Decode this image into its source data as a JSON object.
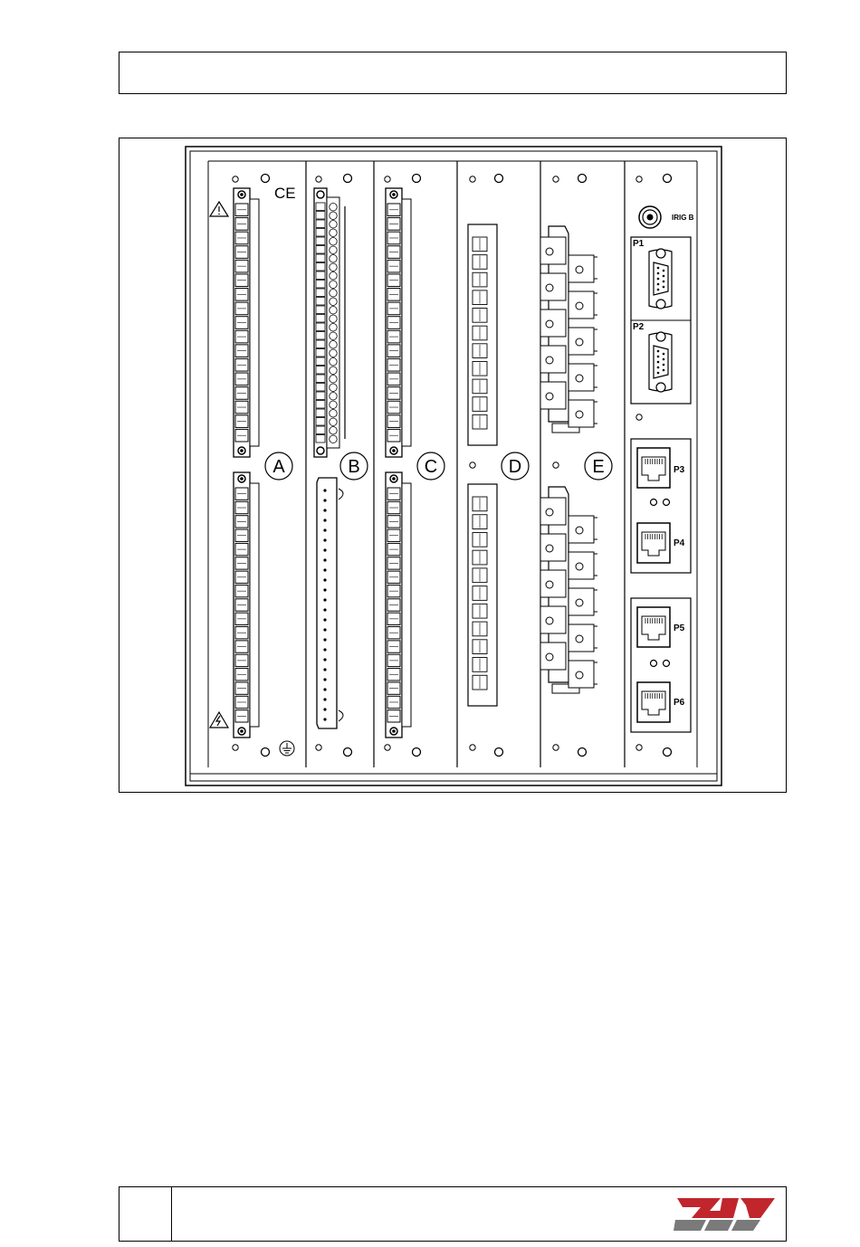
{
  "document": {
    "header": {
      "text": ""
    },
    "footer": {
      "page_number": "",
      "text": ""
    }
  },
  "figure": {
    "ce_mark": "CE",
    "slots": [
      {
        "id": "A",
        "label": "A"
      },
      {
        "id": "B",
        "label": "B"
      },
      {
        "id": "C",
        "label": "C"
      },
      {
        "id": "D",
        "label": "D"
      },
      {
        "id": "E",
        "label": "E"
      }
    ],
    "comm_module": {
      "irig_label": "IRIG B",
      "ports": [
        {
          "id": "P1",
          "label": "P1"
        },
        {
          "id": "P2",
          "label": "P2"
        },
        {
          "id": "P3",
          "label": "P3"
        },
        {
          "id": "P4",
          "label": "P4"
        },
        {
          "id": "P5",
          "label": "P5"
        },
        {
          "id": "P6",
          "label": "P6"
        }
      ]
    }
  },
  "logo": {
    "name": "ziv-logo",
    "lettering": "ZIV",
    "color_red": "#c0262c",
    "color_grey": "#7a7a7a"
  }
}
